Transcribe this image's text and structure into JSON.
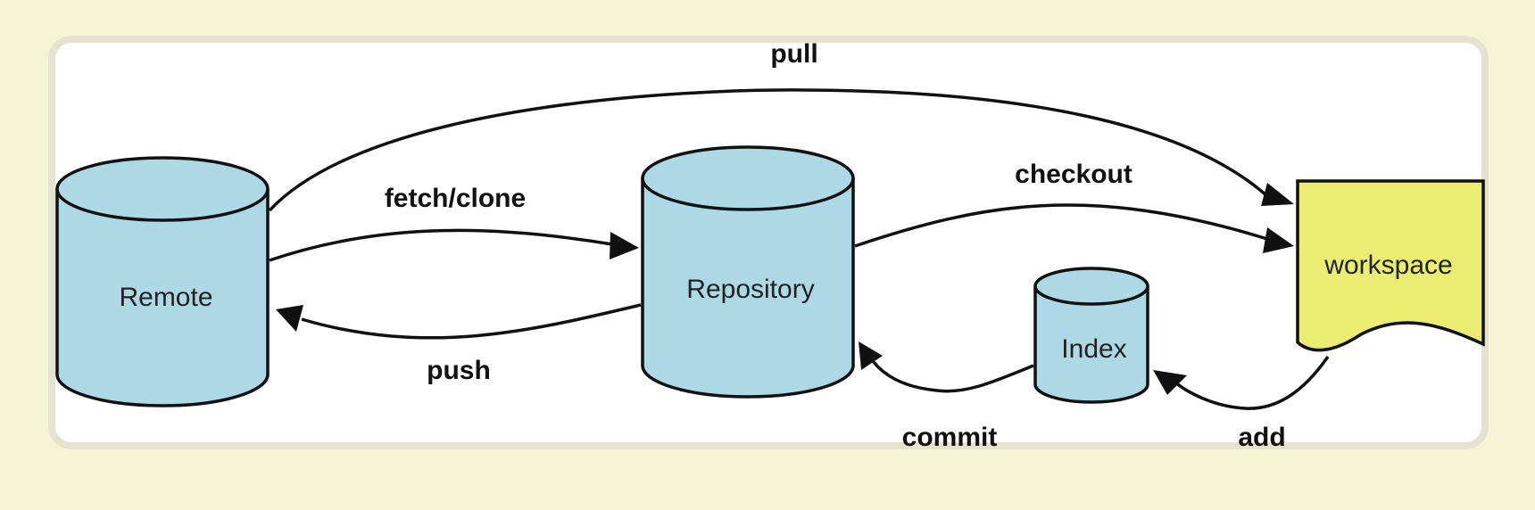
{
  "nodes": {
    "remote": "Remote",
    "repository": "Repository",
    "index": "Index",
    "workspace": "workspace"
  },
  "edges": {
    "pull": "pull",
    "fetch_clone": "fetch/clone",
    "push": "push",
    "checkout": "checkout",
    "commit": "commit",
    "add": "add"
  },
  "colors": {
    "cylinder_fill": "#add8e6",
    "workspace_fill": "#ecec72",
    "background": "#f5f5d5"
  }
}
